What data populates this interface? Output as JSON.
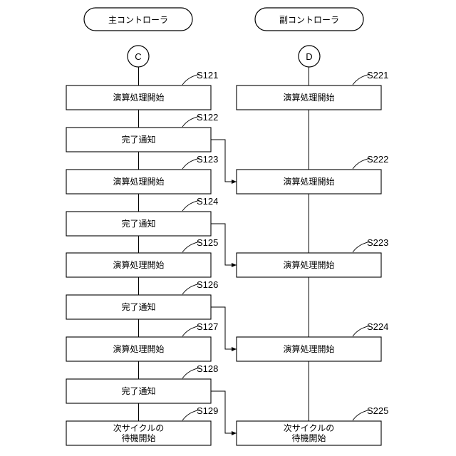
{
  "headers": {
    "main": "主コントローラ",
    "sub": "副コントローラ"
  },
  "connectors": {
    "main": "C",
    "sub": "D"
  },
  "main_steps": [
    {
      "label": "S121",
      "text": [
        "演算処理開始"
      ]
    },
    {
      "label": "S122",
      "text": [
        "完了通知"
      ]
    },
    {
      "label": "S123",
      "text": [
        "演算処理開始"
      ]
    },
    {
      "label": "S124",
      "text": [
        "完了通知"
      ]
    },
    {
      "label": "S125",
      "text": [
        "演算処理開始"
      ]
    },
    {
      "label": "S126",
      "text": [
        "完了通知"
      ]
    },
    {
      "label": "S127",
      "text": [
        "演算処理開始"
      ]
    },
    {
      "label": "S128",
      "text": [
        "完了通知"
      ]
    },
    {
      "label": "S129",
      "text": [
        "次サイクルの",
        "待機開始"
      ]
    }
  ],
  "sub_steps": [
    {
      "label": "S221",
      "text": [
        "演算処理開始"
      ]
    },
    {
      "label": "S222",
      "text": [
        "演算処理開始"
      ]
    },
    {
      "label": "S223",
      "text": [
        "演算処理開始"
      ]
    },
    {
      "label": "S224",
      "text": [
        "演算処理開始"
      ]
    },
    {
      "label": "S225",
      "text": [
        "次サイクルの",
        "待機開始"
      ]
    }
  ]
}
